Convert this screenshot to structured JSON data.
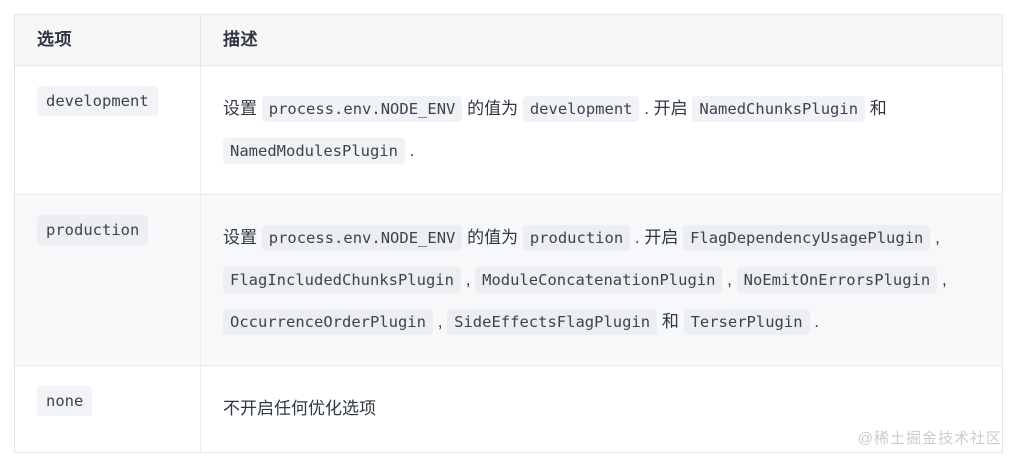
{
  "table": {
    "headers": {
      "option": "选项",
      "description": "描述"
    },
    "rows": [
      {
        "option": "development",
        "desc_parts": [
          {
            "type": "text",
            "value": "设置 "
          },
          {
            "type": "code",
            "value": "process.env.NODE_ENV"
          },
          {
            "type": "text",
            "value": " 的值为 "
          },
          {
            "type": "code",
            "value": "development"
          },
          {
            "type": "text",
            "value": " . 开启 "
          },
          {
            "type": "code",
            "value": "NamedChunksPlugin"
          },
          {
            "type": "text",
            "value": " 和 "
          },
          {
            "type": "code",
            "value": "NamedModulesPlugin"
          },
          {
            "type": "text",
            "value": " ."
          }
        ]
      },
      {
        "option": "production",
        "desc_parts": [
          {
            "type": "text",
            "value": "设置 "
          },
          {
            "type": "code",
            "value": "process.env.NODE_ENV"
          },
          {
            "type": "text",
            "value": " 的值为 "
          },
          {
            "type": "code",
            "value": "production"
          },
          {
            "type": "text",
            "value": " . 开启 "
          },
          {
            "type": "code",
            "value": "FlagDependencyUsagePlugin"
          },
          {
            "type": "text",
            "value": " , "
          },
          {
            "type": "code",
            "value": "FlagIncludedChunksPlugin"
          },
          {
            "type": "text",
            "value": " , "
          },
          {
            "type": "code",
            "value": "ModuleConcatenationPlugin"
          },
          {
            "type": "text",
            "value": " , "
          },
          {
            "type": "code",
            "value": "NoEmitOnErrorsPlugin"
          },
          {
            "type": "text",
            "value": " , "
          },
          {
            "type": "code",
            "value": "OccurrenceOrderPlugin"
          },
          {
            "type": "text",
            "value": " , "
          },
          {
            "type": "code",
            "value": "SideEffectsFlagPlugin"
          },
          {
            "type": "text",
            "value": " 和 "
          },
          {
            "type": "code",
            "value": "TerserPlugin"
          },
          {
            "type": "text",
            "value": " ."
          }
        ]
      },
      {
        "option": "none",
        "desc_parts": [
          {
            "type": "text",
            "value": "不开启任何优化选项"
          }
        ]
      }
    ]
  },
  "watermark": {
    "text": "@稀土掘金技术社区"
  },
  "colors": {
    "header_bg": "#f5f7f8",
    "border": "#e3e6ea",
    "row_alt_bg": "#f7f8f9",
    "text": "#2f3842",
    "code_bg": "#f1f2f5",
    "code_text": "#3a4450",
    "watermark": "#c9cdd2"
  }
}
